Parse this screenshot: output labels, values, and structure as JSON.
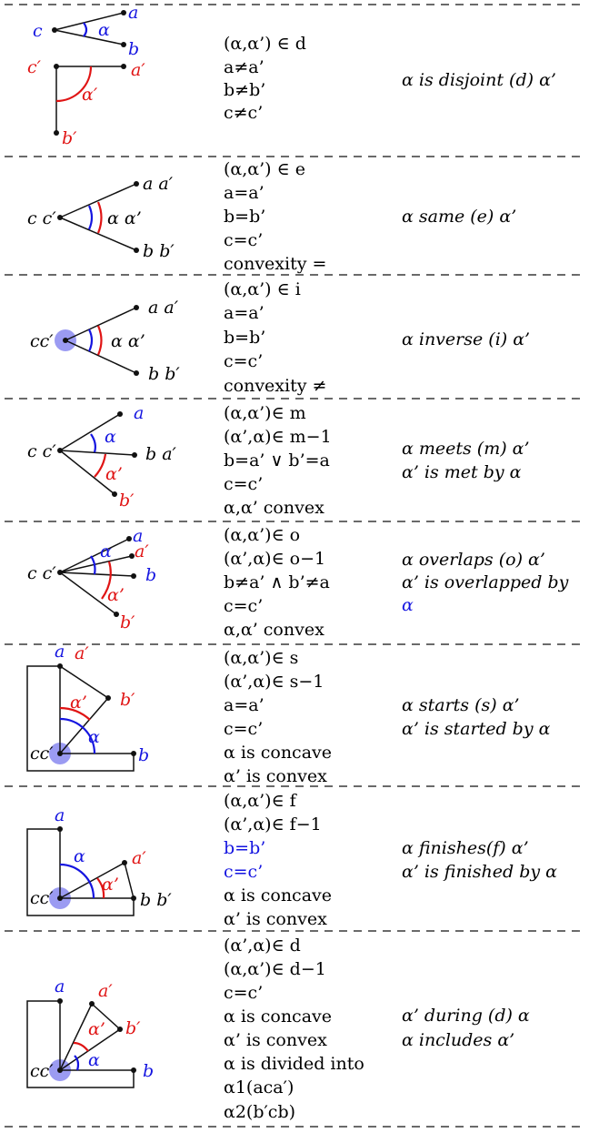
{
  "colors": {
    "alpha": "#1515e0",
    "alpha_prime": "#e01414",
    "text": "#111111",
    "concave_dot": "#8a8af0"
  },
  "rows": [
    {
      "id": "disjoint",
      "figure_labels": [
        "a",
        "b",
        "c",
        "α",
        "a′",
        "b′",
        "c′",
        "α′"
      ],
      "relations": [
        "(α,α’) ∈ d",
        "a≠a’",
        "b≠b’",
        "c≠c’"
      ],
      "description": [
        "α is disjoint (d) α’"
      ]
    },
    {
      "id": "same",
      "figure_labels": [
        "a a′",
        "b b′",
        "c c′",
        "α α’"
      ],
      "relations": [
        "(α,α’) ∈ e",
        "a=a’",
        "b=b’",
        "c=c’",
        "convexity ="
      ],
      "description": [
        "α same (e) α’"
      ]
    },
    {
      "id": "inverse",
      "figure_labels": [
        "a a′",
        "b b′",
        "cc′",
        "α α’"
      ],
      "relations": [
        "(α,α’) ∈ i",
        "a=a’",
        "b=b’",
        "c=c’",
        "convexity ≠"
      ],
      "description": [
        "α inverse (i) α’"
      ]
    },
    {
      "id": "meets",
      "figure_labels": [
        "a",
        "b a′",
        "b′",
        "c c′",
        "α",
        "α’"
      ],
      "relations": [
        "(α,α’)∈ m",
        "(α’,α)∈ m−1",
        "b=a’ ∨ b’=a",
        "c=c’",
        "α,α’ convex"
      ],
      "description": [
        "α meets (m) α’",
        "α’ is met by α"
      ]
    },
    {
      "id": "overlaps",
      "figure_labels": [
        "a",
        "a′",
        "b",
        "b′",
        "c c′",
        "α",
        "α’"
      ],
      "relations": [
        "(α,α’)∈ o",
        "(α’,α)∈ o−1",
        "b≠a’ ∧ b’≠a",
        "c=c’",
        "α,α’ convex"
      ],
      "description": [
        "α overlaps (o) α’",
        "α’ is overlapped by",
        "α"
      ]
    },
    {
      "id": "starts",
      "figure_labels": [
        "a",
        "a′",
        "b′",
        "b",
        "cc′",
        "α",
        "α’"
      ],
      "relations": [
        "(α,α’)∈ s",
        "(α’,α)∈ s−1",
        "a=a’",
        "c=c’",
        "α is concave",
        "α’ is convex"
      ],
      "description": [
        "α starts (s) α’",
        "α’ is started by α"
      ]
    },
    {
      "id": "finishes",
      "figure_labels": [
        "a",
        "a′",
        "b b′",
        "cc′",
        "α",
        "α’"
      ],
      "relations": [
        "(α,α’)∈ f",
        "(α’,α)∈ f−1",
        "b=b’",
        "c=c’",
        "α is concave",
        "α’ is convex"
      ],
      "description": [
        "α finishes(f) α’",
        "α’ is finished by α"
      ]
    },
    {
      "id": "during",
      "figure_labels": [
        "a",
        "a′",
        "b′",
        "b",
        "cc′",
        "α",
        "α’"
      ],
      "relations": [
        "(α’,α)∈ d",
        "(α,α’)∈ d−1",
        "c=c’",
        "α is concave",
        "α’ is convex",
        "α is divided into",
        "α1(aca′)",
        "α2(b′cb)"
      ],
      "description": [
        "α’ during (d) α",
        "α includes α’"
      ]
    }
  ]
}
